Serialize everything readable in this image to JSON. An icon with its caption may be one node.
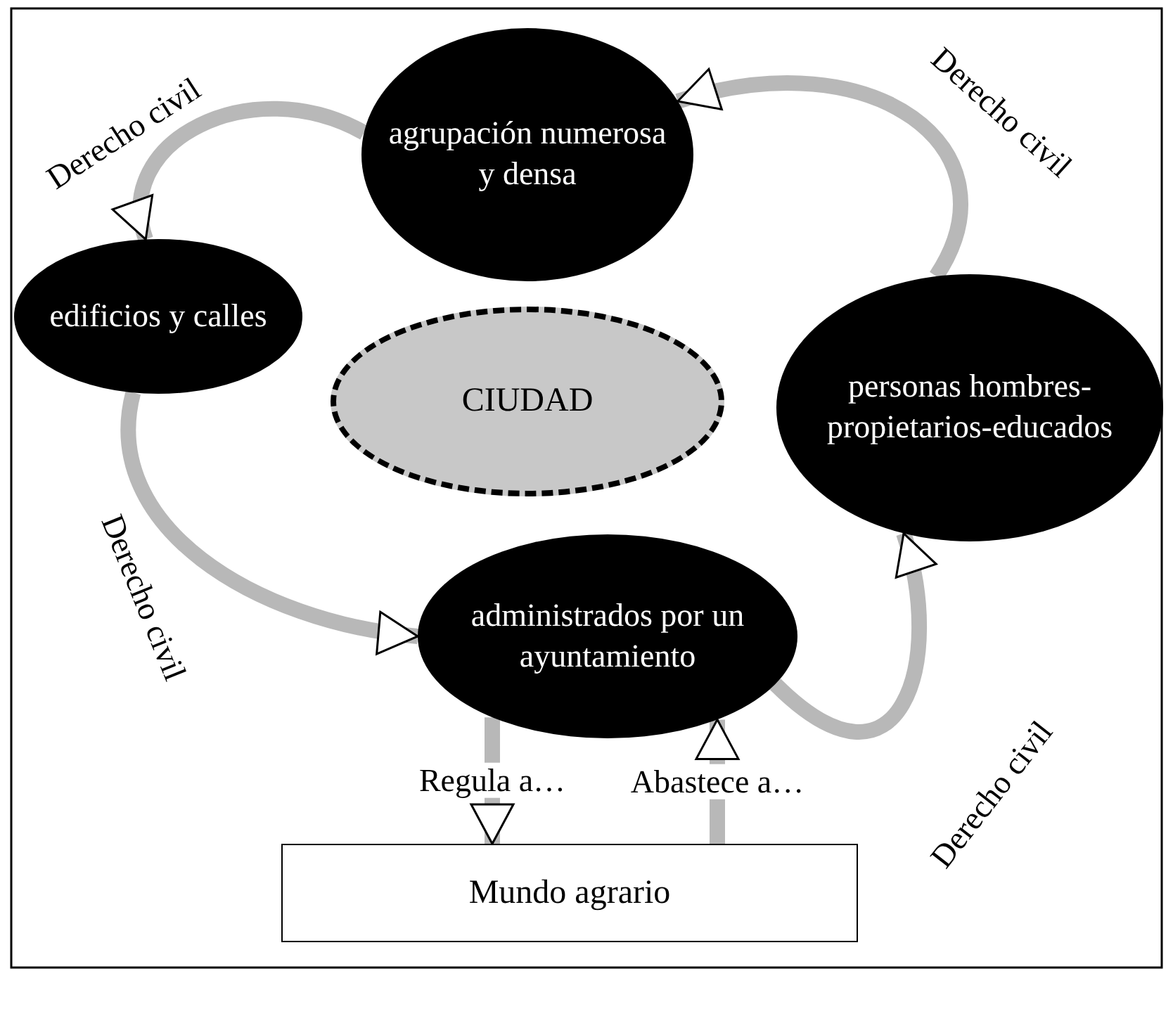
{
  "diagram": {
    "nodes": [
      {
        "text": [
          "agrupación numerosa y densa"
        ]
      },
      {
        "text": [
          "edificios y calles"
        ]
      },
      {
        "text": [
          "CIUDAD"
        ]
      },
      {
        "text": [
          "personas hombres-propietarios-educados"
        ]
      },
      {
        "text": [
          "administrados por un ayuntamiento"
        ]
      },
      {
        "text": [
          "Mundo agrario"
        ]
      }
    ],
    "edges": [
      {
        "from": 0,
        "to": 1,
        "arrow": "to",
        "label": "Derecho civil"
      },
      {
        "from": 3,
        "to": 0,
        "arrow": "to",
        "label": "Derecho civil"
      },
      {
        "from": 1,
        "to": 4,
        "arrow": "to",
        "label": "Derecho civil"
      },
      {
        "from": 4,
        "to": 3,
        "arrow": "to",
        "label": "Derecho civil"
      },
      {
        "from": 4,
        "to": 5,
        "arrow": "to",
        "label": "Regula a…"
      },
      {
        "from": 5,
        "to": 4,
        "arrow": "to",
        "label": "Abastece a…"
      }
    ]
  }
}
